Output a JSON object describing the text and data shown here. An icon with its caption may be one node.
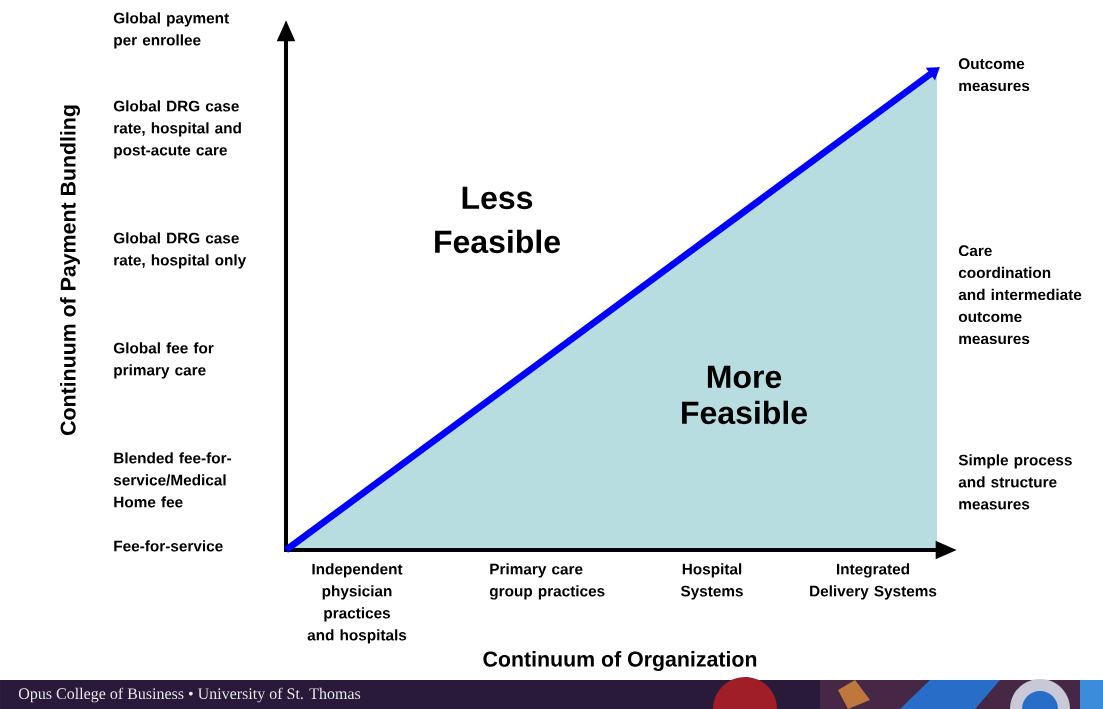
{
  "diagram": {
    "nodes": [
      {
        "text": [
          "More Feasible"
        ]
      }
    ],
    "labels": [
      "Continuum of Payment Bundling",
      "Global payment per enrollee",
      "Global DRG case rate, hospital and post-acute care",
      "Global DRG case rate, hospital only",
      "Global fee for primary care",
      "Blended fee-for-service/Medical Home fee",
      "Fee-for-service",
      "Less Feasible",
      "Outcome measures",
      "Care coordination and intermediate outcome measures",
      "Simple process and structure measures",
      "Independent physician practices and hospitals",
      "Primary care group practices",
      "Hospital Systems",
      "Integrated Delivery Systems",
      "Continuum of Organization",
      "Opus College of Business • University of St. Thomas"
    ]
  }
}
